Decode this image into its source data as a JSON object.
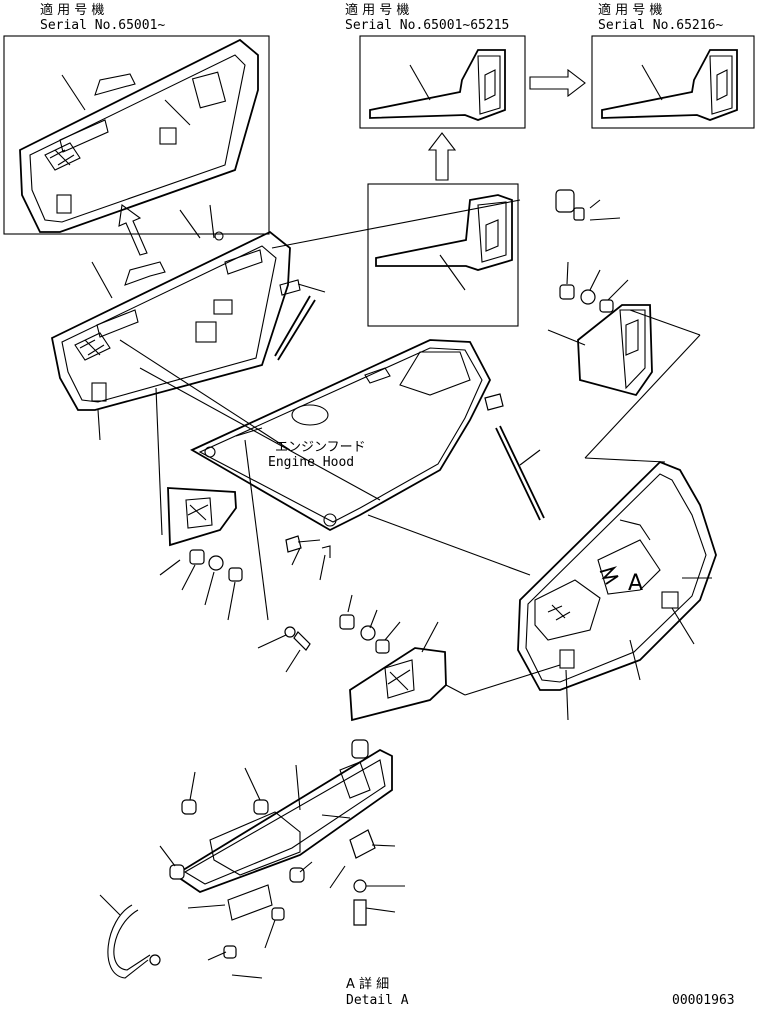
{
  "headers": {
    "left": {
      "title": "適 用 号 機",
      "serial": "Serial No.65001~"
    },
    "center": {
      "title": "適 用 号 機",
      "serial": "Serial No.65001~65215"
    },
    "right": {
      "title": "適 用 号 機",
      "serial": "Serial No.65216~"
    }
  },
  "engine_hood": {
    "jp": "エンジンフード",
    "en": "Engine Hood"
  },
  "detail_marker": "A",
  "detail": {
    "jp": "A 詳 細",
    "en": "Detail A"
  },
  "drawing_number": "00001963"
}
